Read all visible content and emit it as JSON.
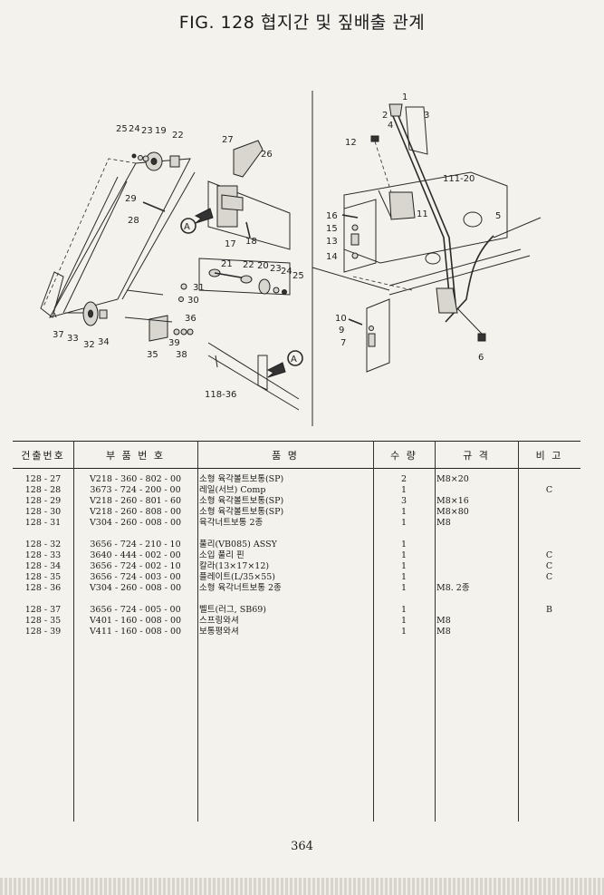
{
  "header": {
    "title": "FIG. 128 협지간 및 짚배출 관계"
  },
  "diagram": {
    "left_labels": [
      "25",
      "24",
      "23",
      "19",
      "22",
      "27",
      "26",
      "29",
      "28",
      "17",
      "18",
      "21",
      "22",
      "20",
      "23",
      "24",
      "25",
      "31",
      "30",
      "37",
      "33",
      "32",
      "34",
      "36",
      "39",
      "38",
      "35",
      "118-36"
    ],
    "right_labels": [
      "1",
      "2",
      "3",
      "4",
      "12",
      "111-20",
      "16",
      "15",
      "13",
      "11",
      "14",
      "5",
      "10",
      "9",
      "7",
      "6"
    ],
    "callout_a": "A"
  },
  "table": {
    "headers": [
      "건출번호",
      "부 품 번 호",
      "품 명",
      "수 량",
      "규 격",
      "비 고"
    ],
    "rows": [
      {
        "no": "128 - 27",
        "part": "V218 - 360 - 802 - 00",
        "name": "소형 육각볼트보통(SP)",
        "qty": "2",
        "spec": "M8×20",
        "note": ""
      },
      {
        "no": "128 - 28",
        "part": "3673 - 724 - 200 - 00",
        "name": "레일(서브) Comp",
        "qty": "1",
        "spec": "",
        "note": "C"
      },
      {
        "no": "128 - 29",
        "part": "V218 - 260 - 801 - 60",
        "name": "소형 육각볼트보통(SP)",
        "qty": "3",
        "spec": "M8×16",
        "note": ""
      },
      {
        "no": "128 - 30",
        "part": "V218 - 260 - 808 - 00",
        "name": "소형 육각볼트보통(SP)",
        "qty": "1",
        "spec": "M8×80",
        "note": ""
      },
      {
        "no": "128 - 31",
        "part": "V304 - 260 - 008 - 00",
        "name": "육각너트보통 2종",
        "qty": "1",
        "spec": "M8",
        "note": ""
      },
      {
        "no": "",
        "part": "",
        "name": "",
        "qty": "",
        "spec": "",
        "note": ""
      },
      {
        "no": "128 - 32",
        "part": "3656 - 724 - 210 - 10",
        "name": "풀리(VB085) ASSY",
        "qty": "1",
        "spec": "",
        "note": ""
      },
      {
        "no": "128 - 33",
        "part": "3640 - 444 - 002 - 00",
        "name": "소입 풀리 핀",
        "qty": "1",
        "spec": "",
        "note": "C"
      },
      {
        "no": "128 - 34",
        "part": "3656 - 724 - 002 - 10",
        "name": "칼라(13×17×12)",
        "qty": "1",
        "spec": "",
        "note": "C"
      },
      {
        "no": "128 - 35",
        "part": "3656 - 724 - 003 - 00",
        "name": "플레이트(L/35×55)",
        "qty": "1",
        "spec": "",
        "note": "C"
      },
      {
        "no": "128 - 36",
        "part": "V304 - 260 - 008 - 00",
        "name": "소형 육각너트보통 2종",
        "qty": "1",
        "spec": "M8. 2종",
        "note": ""
      },
      {
        "no": "",
        "part": "",
        "name": "",
        "qty": "",
        "spec": "",
        "note": ""
      },
      {
        "no": "128 - 37",
        "part": "3656 - 724 - 005 - 00",
        "name": "벨트(러그, SB69)",
        "qty": "1",
        "spec": "",
        "note": "B"
      },
      {
        "no": "128 - 35",
        "part": "V401 - 160 - 008 - 00",
        "name": "스프링와셔",
        "qty": "1",
        "spec": "M8",
        "note": ""
      },
      {
        "no": "128 - 39",
        "part": "V411 - 160 - 008 - 00",
        "name": "보통평와셔",
        "qty": "1",
        "spec": "M8",
        "note": ""
      }
    ]
  },
  "footer": {
    "page_number": "364"
  }
}
